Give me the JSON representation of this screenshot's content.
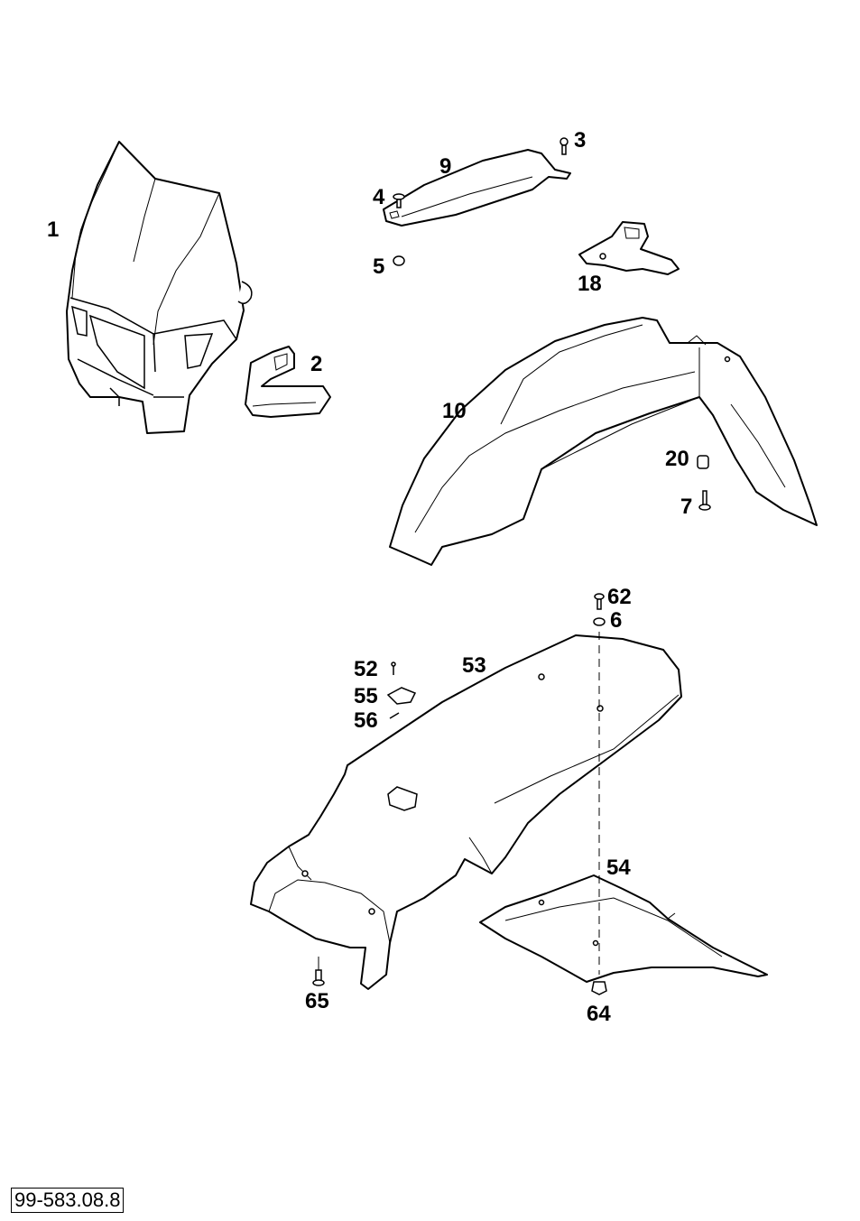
{
  "diagram": {
    "document_id": "99-583.08.8",
    "callouts": [
      {
        "id": "1",
        "label": "1"
      },
      {
        "id": "2",
        "label": "2"
      },
      {
        "id": "3",
        "label": "3"
      },
      {
        "id": "4",
        "label": "4"
      },
      {
        "id": "5",
        "label": "5"
      },
      {
        "id": "6",
        "label": "6"
      },
      {
        "id": "7",
        "label": "7"
      },
      {
        "id": "9",
        "label": "9"
      },
      {
        "id": "10",
        "label": "10"
      },
      {
        "id": "18",
        "label": "18"
      },
      {
        "id": "20",
        "label": "20"
      },
      {
        "id": "52",
        "label": "52"
      },
      {
        "id": "53",
        "label": "53"
      },
      {
        "id": "54",
        "label": "54"
      },
      {
        "id": "55",
        "label": "55"
      },
      {
        "id": "56",
        "label": "56"
      },
      {
        "id": "62",
        "label": "62"
      },
      {
        "id": "64",
        "label": "64"
      },
      {
        "id": "65",
        "label": "65"
      }
    ]
  }
}
